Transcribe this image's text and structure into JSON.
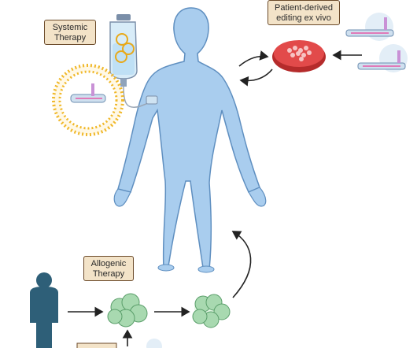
{
  "labels": {
    "systemic": "Systemic\nTherapy",
    "patient": "Patient-derived\nediting ex vivo",
    "allogenic": "Allogenic\nTherapy"
  },
  "colors": {
    "body": "#a9cdee",
    "body_stroke": "#5f8fc0",
    "dish": "#d93636",
    "cells": "#a8d9b0",
    "lipid": "#f0b82a",
    "donor": "#2e5f78"
  }
}
